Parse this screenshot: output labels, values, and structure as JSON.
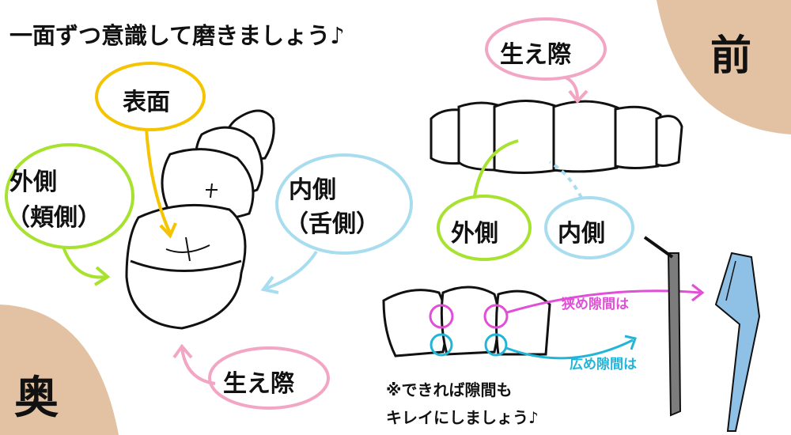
{
  "title": "一面ずつ意識して磨きましょう♪",
  "corner_front": "前",
  "corner_back": "奥",
  "molar": {
    "surface": "表面",
    "outer": "外側",
    "outer_sub": "（頬側）",
    "inner": "内側",
    "inner_sub": "（舌側）",
    "gumline": "生え際"
  },
  "front": {
    "gumline": "生え際",
    "outer": "外側",
    "inner": "内側"
  },
  "gaps": {
    "narrow": "狭め隙間は",
    "wide": "広め隙間は",
    "note_line1": "※できれば隙間も",
    "note_line2": "キレイにしましょう♪"
  },
  "colors": {
    "corner": "#e3c2a4",
    "yellow": "#f5c400",
    "green": "#a6e22e",
    "blue": "#a8dcef",
    "pink": "#f2a6c4",
    "magenta": "#e04fd6",
    "cyan": "#22b5d8",
    "floss_blue": "#8fc0e6",
    "brush_gray": "#7c7c7c"
  }
}
